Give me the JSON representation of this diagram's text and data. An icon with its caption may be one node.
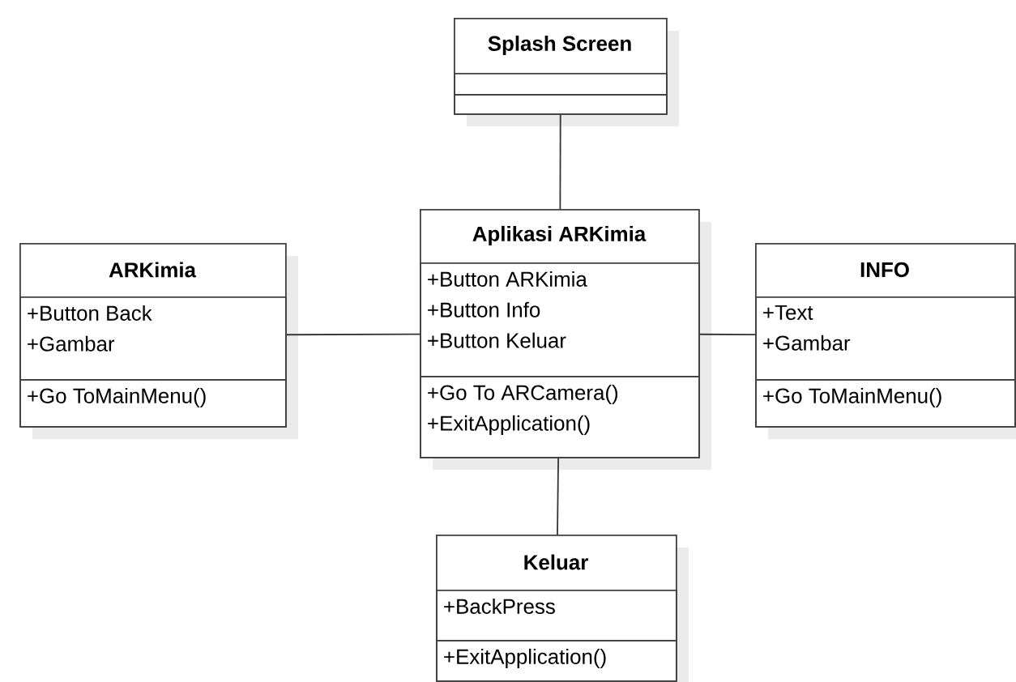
{
  "diagram": {
    "nodes": [
      {
        "text": [
          "Splash Screen"
        ]
      },
      {
        "text": [],
        "shape": "box",
        "in": 0
      },
      {
        "text": [],
        "shape": "box",
        "in": 0
      },
      {
        "text": [
          "ARKimia"
        ]
      },
      {
        "text": [
          "+Button Back",
          "+Gambar"
        ],
        "in": 3
      },
      {
        "text": [
          "+Go ToMainMenu()"
        ],
        "in": 3
      },
      {
        "text": [
          "Aplikasi ARKimia"
        ]
      },
      {
        "text": [
          "+Button ARKimia",
          "+Button Info",
          "+Button Keluar"
        ],
        "in": 6
      },
      {
        "text": [
          "+Go To ARCamera()",
          "+ExitApplication()"
        ],
        "in": 6
      },
      {
        "text": [
          "INFO"
        ]
      },
      {
        "text": [
          "+Text",
          "+Gambar"
        ],
        "in": 9
      },
      {
        "text": [
          "+Go ToMainMenu()"
        ],
        "in": 9
      },
      {
        "text": [
          "Keluar"
        ]
      },
      {
        "text": [
          "+BackPress"
        ],
        "in": 12
      },
      {
        "text": [
          "+ExitApplication()"
        ],
        "in": 12
      }
    ],
    "edges": [
      {
        "from": 0,
        "to": 6,
        "arrow": "none"
      },
      {
        "from": 3,
        "to": 6,
        "arrow": "none"
      },
      {
        "from": 6,
        "to": 9,
        "arrow": "none"
      },
      {
        "from": 6,
        "to": 12,
        "arrow": "none"
      }
    ]
  }
}
